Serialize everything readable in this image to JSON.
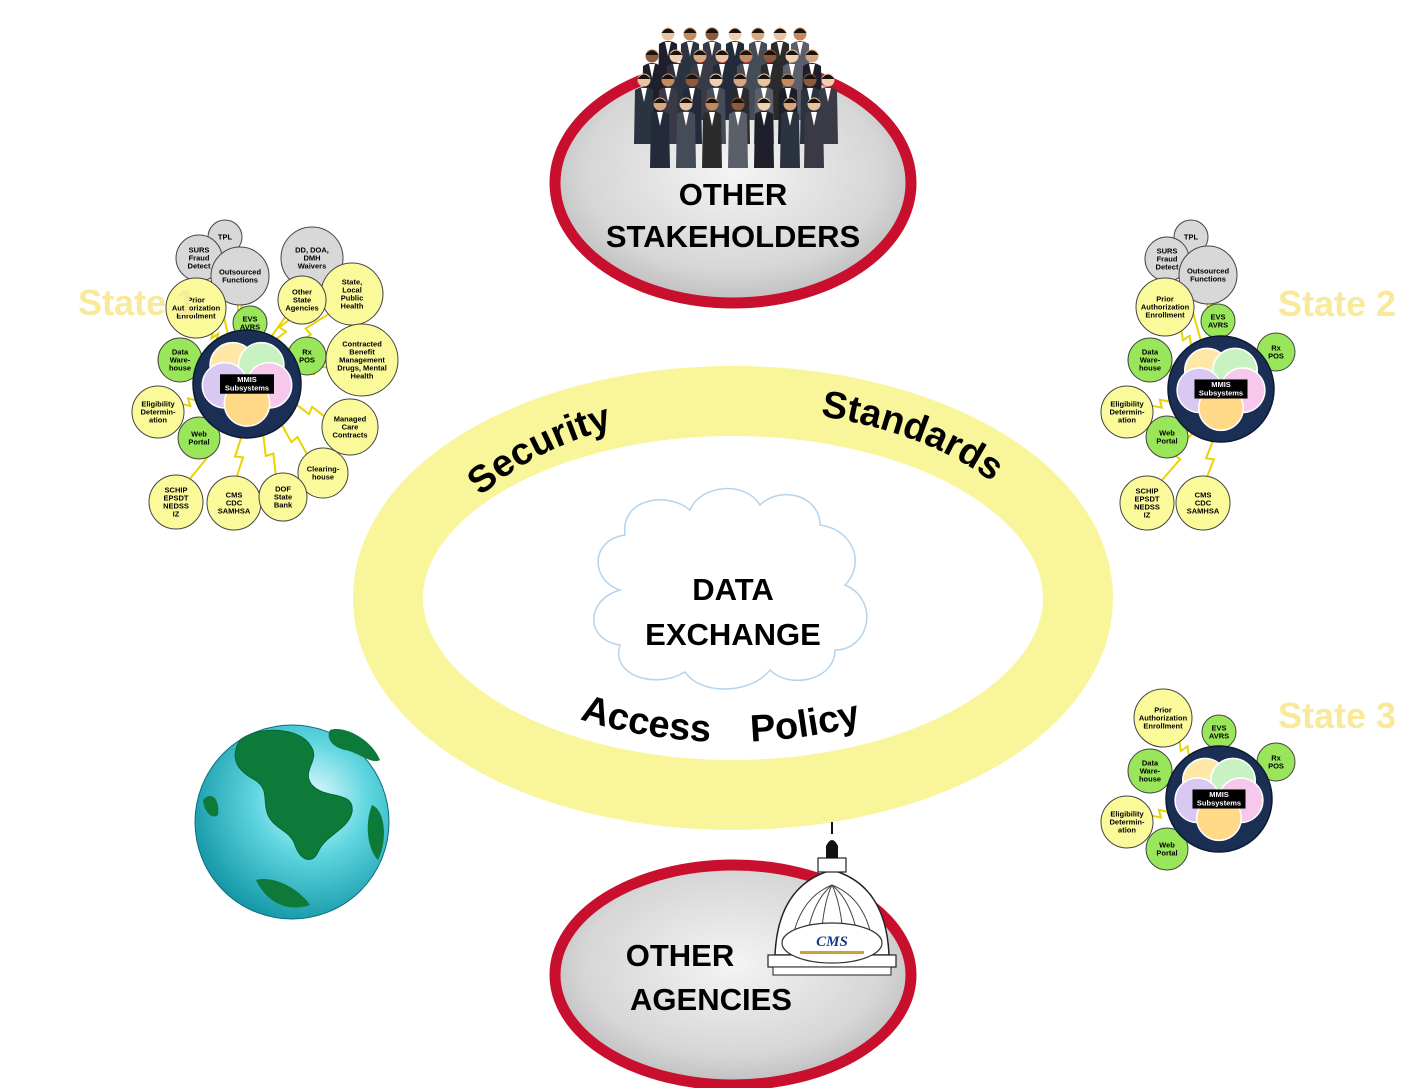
{
  "colors": {
    "ring_yellow": "#f9f59a",
    "red_border": "#c8102e",
    "state_label": "#f8e99b",
    "green_node": "#99e65a",
    "yellow_node": "#fafa9a",
    "gray_node": "#d8d8d8",
    "hub_navy": "#1b2f55",
    "cloud_stroke": "#b4d4ee"
  },
  "ring_labels": {
    "security": "Security",
    "standards": "Standards",
    "access": "Access",
    "policy": "Policy"
  },
  "center": {
    "line1": "DATA",
    "line2": "EXCHANGE"
  },
  "stakeholders": {
    "line1": "OTHER",
    "line2": "STAKEHOLDERS",
    "icon": "crowd-of-people-image"
  },
  "agencies": {
    "line1": "OTHER",
    "line2": "AGENCIES",
    "icon": "capitol-dome-cms-image",
    "cms_text": "CMS"
  },
  "globe": {
    "icon": "globe-image"
  },
  "states": [
    {
      "label": "State 1",
      "hub": "MMIS\nSubsystems",
      "nodes": [
        {
          "id": "tpl",
          "text": "TPL",
          "color": "gray"
        },
        {
          "id": "surs",
          "text": "SURS\nFraud\nDetect",
          "color": "gray"
        },
        {
          "id": "outsourced",
          "text": "Outsourced\nFunctions",
          "color": "gray"
        },
        {
          "id": "dd",
          "text": "DD, DOA,\nDMH\nWaivers",
          "color": "gray"
        },
        {
          "id": "state-local",
          "text": "State,\nLocal\nPublic\nHealth",
          "color": "yellow"
        },
        {
          "id": "other-state",
          "text": "Other\nState\nAgencies",
          "color": "yellow"
        },
        {
          "id": "prior-auth",
          "text": "Prior\nAuthorization\nEnrollment",
          "color": "yellow"
        },
        {
          "id": "evs",
          "text": "EVS\nAVRS",
          "color": "green"
        },
        {
          "id": "rx",
          "text": "Rx\nPOS",
          "color": "green"
        },
        {
          "id": "contracted",
          "text": "Contracted\nBenefit\nManagement\nDrugs, Mental\nHealth",
          "color": "yellow"
        },
        {
          "id": "data-warehouse",
          "text": "Data\nWare-\nhouse",
          "color": "green"
        },
        {
          "id": "eligibility",
          "text": "Eligibility\nDetermin-\nation",
          "color": "yellow"
        },
        {
          "id": "web-portal",
          "text": "Web\nPortal",
          "color": "green"
        },
        {
          "id": "managed-care",
          "text": "Managed\nCare\nContracts",
          "color": "yellow"
        },
        {
          "id": "clearinghouse",
          "text": "Clearing-\nhouse",
          "color": "yellow"
        },
        {
          "id": "schip",
          "text": "SCHIP\nEPSDT\nNEDSS\nIZ",
          "color": "yellow"
        },
        {
          "id": "cms",
          "text": "CMS\nCDC\nSAMHSA",
          "color": "yellow"
        },
        {
          "id": "dof",
          "text": "DOF\nState\nBank",
          "color": "yellow"
        }
      ]
    },
    {
      "label": "State 2",
      "hub": "MMIS\nSubsystems",
      "nodes": [
        {
          "id": "tpl",
          "text": "TPL",
          "color": "gray"
        },
        {
          "id": "surs",
          "text": "SURS\nFraud\nDetect",
          "color": "gray"
        },
        {
          "id": "outsourced",
          "text": "Outsourced\nFunctions",
          "color": "gray"
        },
        {
          "id": "prior-auth",
          "text": "Prior\nAuthorization\nEnrollment",
          "color": "yellow"
        },
        {
          "id": "evs",
          "text": "EVS\nAVRS",
          "color": "green"
        },
        {
          "id": "rx",
          "text": "Rx\nPOS",
          "color": "green"
        },
        {
          "id": "data-warehouse",
          "text": "Data\nWare-\nhouse",
          "color": "green"
        },
        {
          "id": "eligibility",
          "text": "Eligibility\nDetermin-\nation",
          "color": "yellow"
        },
        {
          "id": "web-portal",
          "text": "Web\nPortal",
          "color": "green"
        },
        {
          "id": "schip",
          "text": "SCHIP\nEPSDT\nNEDSS\nIZ",
          "color": "yellow"
        },
        {
          "id": "cms",
          "text": "CMS\nCDC\nSAMHSA",
          "color": "yellow"
        }
      ]
    },
    {
      "label": "State 3",
      "hub": "MMIS\nSubsystems",
      "nodes": [
        {
          "id": "prior-auth",
          "text": "Prior\nAuthorization\nEnrollment",
          "color": "yellow"
        },
        {
          "id": "evs",
          "text": "EVS\nAVRS",
          "color": "green"
        },
        {
          "id": "rx",
          "text": "Rx\nPOS",
          "color": "green"
        },
        {
          "id": "data-warehouse",
          "text": "Data\nWare-\nhouse",
          "color": "green"
        },
        {
          "id": "eligibility",
          "text": "Eligibility\nDetermin-\nation",
          "color": "yellow"
        },
        {
          "id": "web-portal",
          "text": "Web\nPortal",
          "color": "green"
        }
      ]
    }
  ]
}
